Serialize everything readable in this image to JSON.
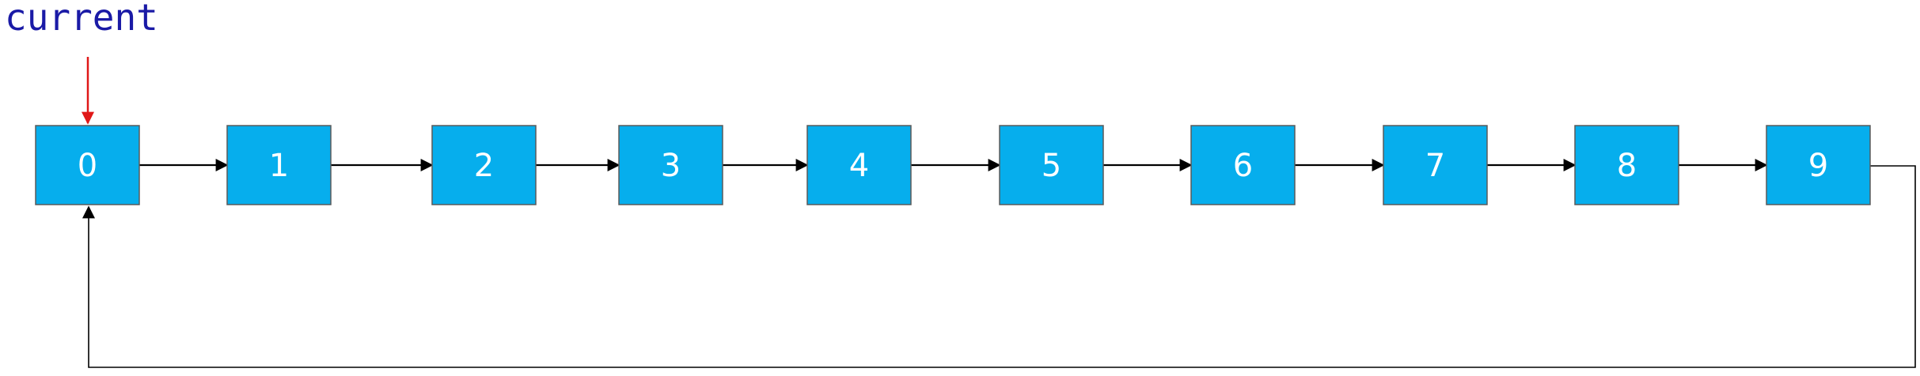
{
  "pointer": {
    "label": "current",
    "target_index": 0
  },
  "nodes": [
    "0",
    "1",
    "2",
    "3",
    "4",
    "5",
    "6",
    "7",
    "8",
    "9"
  ],
  "circular": true,
  "colors": {
    "node_fill": "#06aeed",
    "node_text": "#ffffff",
    "pointer_label": "#1a1aa6",
    "pointer_arrow": "#e01818",
    "link": "#000000"
  }
}
